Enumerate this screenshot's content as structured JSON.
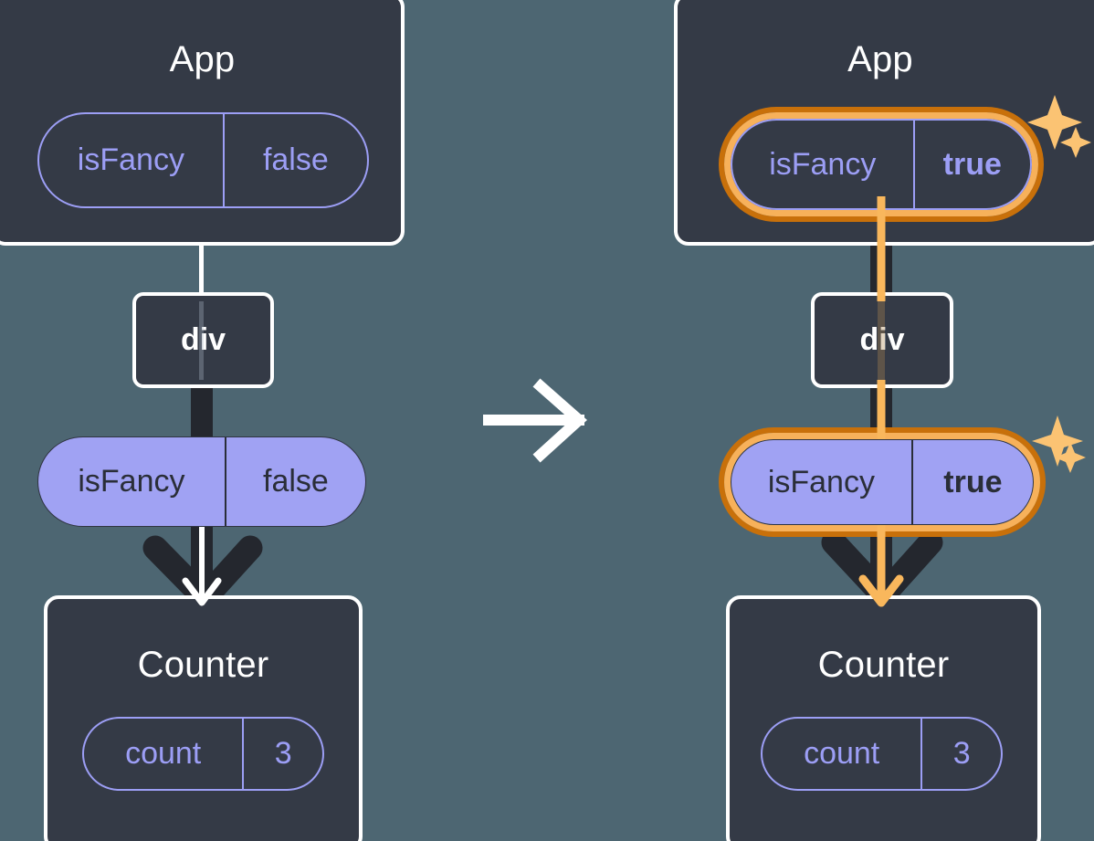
{
  "meta": {
    "title": "React state flow: isFancy prop passed from App through div to Counter",
    "background_color": "#4d6672",
    "card_color": "#343a46",
    "card_border_color": "#ffffff",
    "pill_solid_fill": "#a0a2f3",
    "pill_outline_color": "#9c9ef5",
    "highlight_outer_color": "#c8700a",
    "highlight_inner_color": "#f7b15a",
    "wire_dark_color": "#24272e",
    "wire_white_color": "#ffffff",
    "wire_orange_color": "#f9b75c"
  },
  "left": {
    "app": {
      "title": "App",
      "state": {
        "key": "isFancy",
        "value": "false"
      }
    },
    "div": {
      "label": "div"
    },
    "prop": {
      "key": "isFancy",
      "value": "false"
    },
    "counter": {
      "title": "Counter",
      "state": {
        "key": "count",
        "value": "3"
      }
    }
  },
  "transition": {
    "icon": "arrow-right-icon"
  },
  "right": {
    "app": {
      "title": "App",
      "state": {
        "key": "isFancy",
        "value": "true"
      },
      "highlighted": true,
      "sparkle": "sparkle-icon"
    },
    "div": {
      "label": "div"
    },
    "prop": {
      "key": "isFancy",
      "value": "true",
      "highlighted": true,
      "sparkle": "sparkle-icon"
    },
    "counter": {
      "title": "Counter",
      "state": {
        "key": "count",
        "value": "3"
      }
    }
  }
}
